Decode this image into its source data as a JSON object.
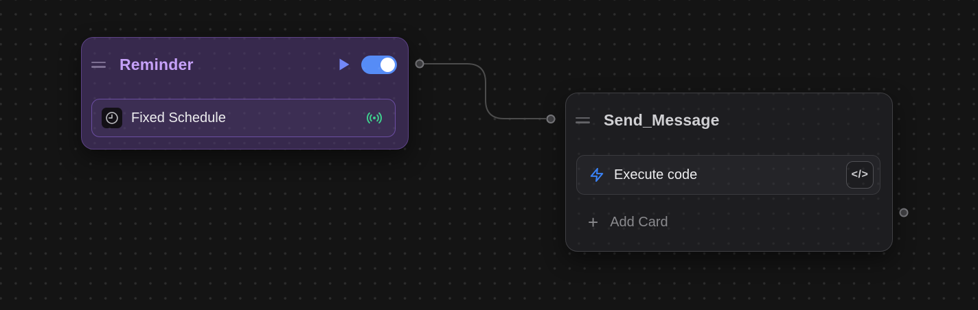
{
  "reminder_node": {
    "title": "Reminder",
    "toggle_state": "on",
    "card": {
      "label": "Fixed Schedule"
    }
  },
  "send_message_node": {
    "title": "Send_Message",
    "card": {
      "label": "Execute code",
      "code_button_glyph": "</>"
    },
    "add_card": {
      "plus": "+",
      "label": "Add Card"
    }
  },
  "colors": {
    "canvas_bg": "#141414",
    "grid_dot": "#2d2d2d",
    "reminder_bg": "#37294d",
    "reminder_border": "#5d4387",
    "reminder_card_bg": "#3c2e53",
    "reminder_card_border": "#6c4ea3",
    "reminder_title": "#c6a1f9",
    "reminder_handle": "#7d6f92",
    "dark_node_bg": "#1d1d20",
    "dark_node_border": "#404044",
    "dark_card_bg": "#242428",
    "dark_card_border": "#3a3a3e",
    "dark_title": "#d0d0d3",
    "dark_handle": "#616165",
    "text_primary": "#ececee",
    "text_muted": "#8a8a8e",
    "green_signal": "#3fcf8e",
    "blue_toggle": "#568cf6",
    "blue_play": "#7388f8",
    "blue_lightning": "#3a82f6",
    "edge_line": "#4c4c4c",
    "port_fill": "#404043",
    "port_ring": "#78787c",
    "code_btn_border": "#505055",
    "code_btn_bg": "#1d1d20",
    "clock_box_bg": "#131016",
    "icon_grey": "#b9b9bd"
  }
}
